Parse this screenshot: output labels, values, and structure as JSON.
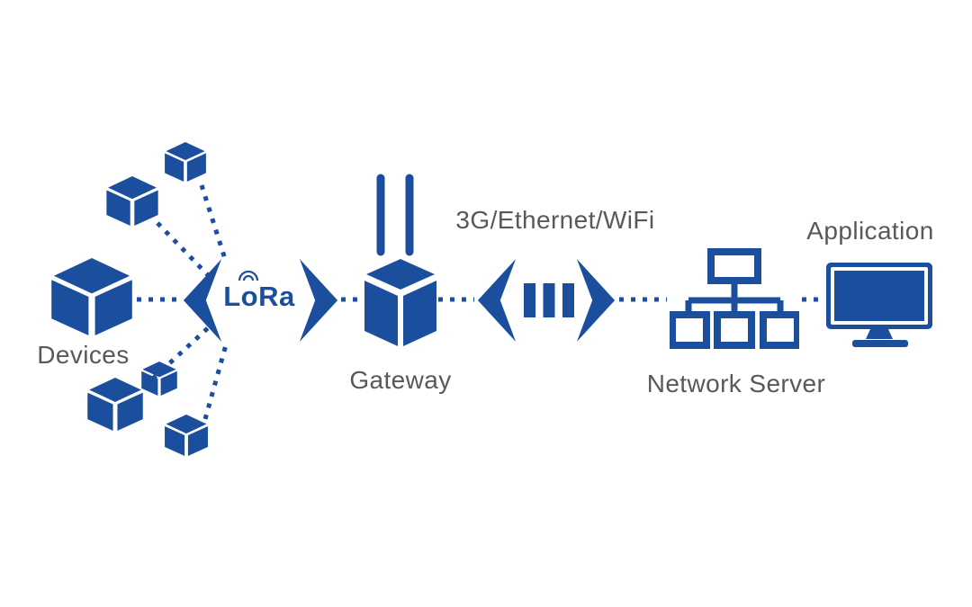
{
  "colors": {
    "primary": "#1b4f9e",
    "label": "#58595b",
    "background": "#ffffff"
  },
  "nodes": {
    "devices": {
      "label": "Devices"
    },
    "lora": {
      "label": "LoRa"
    },
    "gateway": {
      "label": "Gateway"
    },
    "backhaul": {
      "label": "3G/Ethernet/WiFi"
    },
    "network_server": {
      "label": "Network Server"
    },
    "application": {
      "label": "Application"
    }
  },
  "icons": {
    "device-cube-icon": "isometric blue cube",
    "lora-wave-icon": "radio wave arcs over the o of LoRa",
    "chevron-left-icon": "thick pointed left angle bracket",
    "chevron-right-icon": "thick pointed right angle bracket",
    "link-squares-icon": "three small vertical bars",
    "gateway-icon": "box with two antennas",
    "network-server-icon": "tree of connected rectangles",
    "application-monitor-icon": "desktop monitor"
  },
  "connections": [
    "devices - lora",
    "lora - gateway",
    "gateway - backhaul",
    "backhaul - network_server",
    "network_server - application"
  ]
}
